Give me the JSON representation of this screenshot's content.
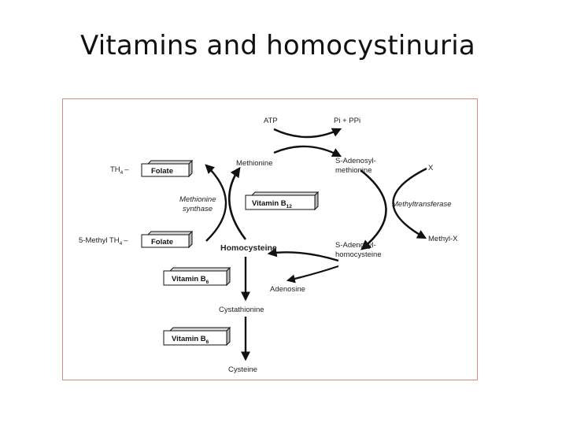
{
  "slide": {
    "title": "Vitamins and homocystinuria"
  },
  "diagram": {
    "atp": "ATP",
    "pi_ppi": "Pi + PPi",
    "methionine": "Methionine",
    "s_adenosyl_methionine": [
      "S-Adenosyl-",
      "methionine"
    ],
    "x": "X",
    "methyltransferase": "Methyltransferase",
    "methyl_x": "Methyl-X",
    "s_adenosyl_homocysteine": [
      "S-Adenosyl-",
      "homocysteine"
    ],
    "adenosine": "Adenosine",
    "homocysteine": "Homocysteine",
    "cystathionine": "Cystathionine",
    "cysteine": "Cysteine",
    "th4": "TH",
    "th4_sub": "4",
    "dash": "–",
    "methyl_th4_prefix": "5-Methyl TH",
    "methionine_synthase": [
      "Methionine",
      "synthase"
    ],
    "folate": "Folate",
    "vitamin_b12": "Vitamin B",
    "vitamin_b12_sub": "12",
    "vitamin_b6": "Vitamin B",
    "vitamin_b6_sub": "6"
  }
}
